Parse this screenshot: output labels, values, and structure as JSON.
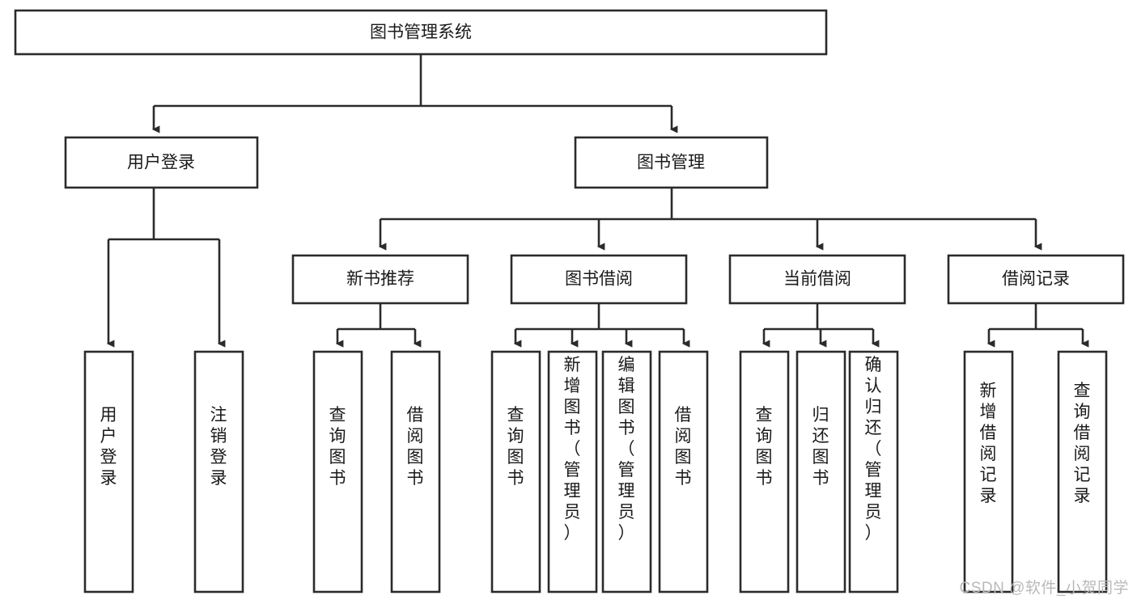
{
  "diagram": {
    "type": "tree",
    "title": "图书管理系统",
    "watermark": "CSDN @软件_小贺同学",
    "nodes": {
      "root": {
        "label": "图书管理系统"
      },
      "level2": [
        {
          "id": "user-login",
          "label": "用户登录"
        },
        {
          "id": "book-manage",
          "label": "图书管理"
        }
      ],
      "level3": [
        {
          "id": "new-book-recommend",
          "label": "新书推荐",
          "parent": "book-manage"
        },
        {
          "id": "book-borrow",
          "label": "图书借阅",
          "parent": "book-manage"
        },
        {
          "id": "current-borrow",
          "label": "当前借阅",
          "parent": "book-manage"
        },
        {
          "id": "borrow-record",
          "label": "借阅记录",
          "parent": "book-manage"
        }
      ],
      "leaves": [
        {
          "id": "leaf-user-login",
          "label": "用户登录",
          "parent": "user-login"
        },
        {
          "id": "leaf-logout-login",
          "label": "注销登录",
          "parent": "user-login"
        },
        {
          "id": "leaf-query-book-1",
          "label": "查询图书",
          "parent": "new-book-recommend"
        },
        {
          "id": "leaf-borrow-book-1",
          "label": "借阅图书",
          "parent": "new-book-recommend"
        },
        {
          "id": "leaf-query-book-2",
          "label": "查询图书",
          "parent": "book-borrow"
        },
        {
          "id": "leaf-add-book",
          "label": "新增图书（管理员）",
          "parent": "book-borrow"
        },
        {
          "id": "leaf-edit-book",
          "label": "编辑图书（管理员）",
          "parent": "book-borrow"
        },
        {
          "id": "leaf-borrow-book-2",
          "label": "借阅图书",
          "parent": "book-borrow"
        },
        {
          "id": "leaf-query-book-3",
          "label": "查询图书",
          "parent": "current-borrow"
        },
        {
          "id": "leaf-return-book",
          "label": "归还图书",
          "parent": "current-borrow"
        },
        {
          "id": "leaf-confirm-return",
          "label": "确认归还（管理员）",
          "parent": "current-borrow"
        },
        {
          "id": "leaf-add-record",
          "label": "新增借阅记录",
          "parent": "borrow-record"
        },
        {
          "id": "leaf-query-record",
          "label": "查询借阅记录",
          "parent": "borrow-record"
        }
      ]
    },
    "colors": {
      "stroke": "#2b2b2b",
      "fill": "#ffffff",
      "text": "#1a1a1a",
      "watermark": "#b9b9b9"
    }
  }
}
